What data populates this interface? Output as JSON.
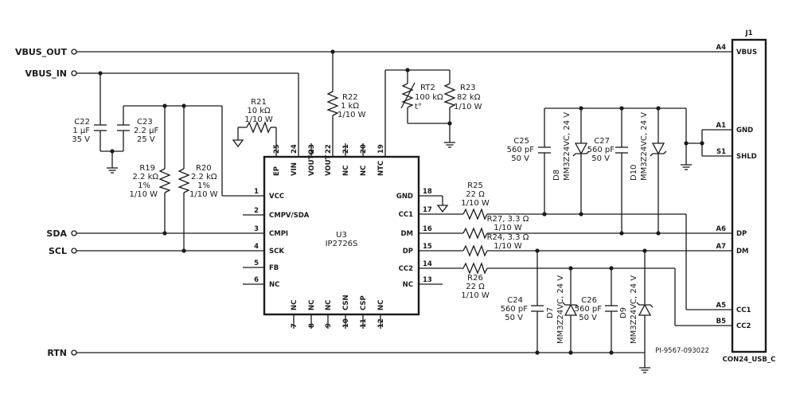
{
  "nets": {
    "vbus_out": "VBUS_OUT",
    "vbus_in": "VBUS_IN",
    "sda": "SDA",
    "scl": "SCL",
    "rtn": "RTN"
  },
  "ic": {
    "ref": "U3",
    "part": "IP2726S",
    "left_pins": [
      {
        "num": "1",
        "name": "VCC"
      },
      {
        "num": "2",
        "name": "CMPV/SDA"
      },
      {
        "num": "3",
        "name": "CMPI"
      },
      {
        "num": "4",
        "name": "SCK"
      },
      {
        "num": "5",
        "name": "FB"
      },
      {
        "num": "6",
        "name": "NC"
      }
    ],
    "right_pins": [
      {
        "num": "18",
        "name": "GND"
      },
      {
        "num": "17",
        "name": "CC1"
      },
      {
        "num": "16",
        "name": "DM"
      },
      {
        "num": "15",
        "name": "DP"
      },
      {
        "num": "14",
        "name": "CC2"
      },
      {
        "num": "13",
        "name": "NC"
      }
    ],
    "top_pins": [
      {
        "num": "25",
        "name": "EP"
      },
      {
        "num": "24",
        "name": "VIN"
      },
      {
        "num": "23",
        "name": "VOUTG"
      },
      {
        "num": "22",
        "name": "VOUT"
      },
      {
        "num": "21",
        "name": "NC"
      },
      {
        "num": "20",
        "name": "NC"
      },
      {
        "num": "19",
        "name": "NTC"
      }
    ],
    "bottom_pins": [
      {
        "num": "7",
        "name": "NC"
      },
      {
        "num": "8",
        "name": "NC"
      },
      {
        "num": "9",
        "name": "NC"
      },
      {
        "num": "10",
        "name": "CSN"
      },
      {
        "num": "11",
        "name": "CSP"
      },
      {
        "num": "12",
        "name": "NC"
      }
    ]
  },
  "components": {
    "c22": {
      "ref": "C22",
      "value": "1 µF",
      "rating": "35 V"
    },
    "c23": {
      "ref": "C23",
      "value": "2.2 µF",
      "rating": "25 V"
    },
    "r19": {
      "ref": "R19",
      "value": "2.2 kΩ",
      "tol": "1%",
      "power": "1/10 W"
    },
    "r20": {
      "ref": "R20",
      "value": "2.2 kΩ",
      "tol": "1%",
      "power": "1/10 W"
    },
    "r21": {
      "ref": "R21",
      "value": "10 kΩ",
      "power": "1/10 W"
    },
    "r22": {
      "ref": "R22",
      "value": "1 kΩ",
      "power": "1/10 W"
    },
    "rt2": {
      "ref": "RT2",
      "value": "100 kΩ",
      "symbol": "t°"
    },
    "r23": {
      "ref": "R23",
      "value": "82 kΩ",
      "power": "1/10 W"
    },
    "r25": {
      "ref": "R25",
      "value": "22 Ω",
      "power": "1/10 W"
    },
    "r27": {
      "ref": "R27, 3.3 Ω",
      "power": "1/10 W"
    },
    "r24": {
      "ref": "R24, 3.3 Ω",
      "power": "1/10 W"
    },
    "r26": {
      "ref": "R26",
      "value": "22 Ω",
      "power": "1/10 W"
    },
    "c25": {
      "ref": "C25",
      "value": "560 pF",
      "rating": "50 V"
    },
    "c27": {
      "ref": "C27",
      "value": "560 pF",
      "rating": "50 V"
    },
    "c24": {
      "ref": "C24",
      "value": "560 pF",
      "rating": "50 V"
    },
    "c26": {
      "ref": "C26",
      "value": "560 pF",
      "rating": "50 V"
    },
    "d8": {
      "ref": "D8",
      "part": "MM3Z24VC, 24 V"
    },
    "d10": {
      "ref": "D10",
      "part": "MM3Z24VC, 24 V"
    },
    "d7": {
      "ref": "D7",
      "part": "MM3Z24VC, 24 V"
    },
    "d9": {
      "ref": "D9",
      "part": "MM3Z24VC, 24 V"
    }
  },
  "connector": {
    "ref": "J1",
    "part": "CON24_USB_C",
    "pins": [
      {
        "num": "A4",
        "name": "VBUS"
      },
      {
        "num": "A1",
        "name": "GND"
      },
      {
        "num": "S1",
        "name": "SHLD"
      },
      {
        "num": "A6",
        "name": "DP"
      },
      {
        "num": "A7",
        "name": "DM"
      },
      {
        "num": "A5",
        "name": "CC1"
      },
      {
        "num": "B5",
        "name": "CC2"
      }
    ]
  },
  "drawing_id": "PI-9567-093022"
}
